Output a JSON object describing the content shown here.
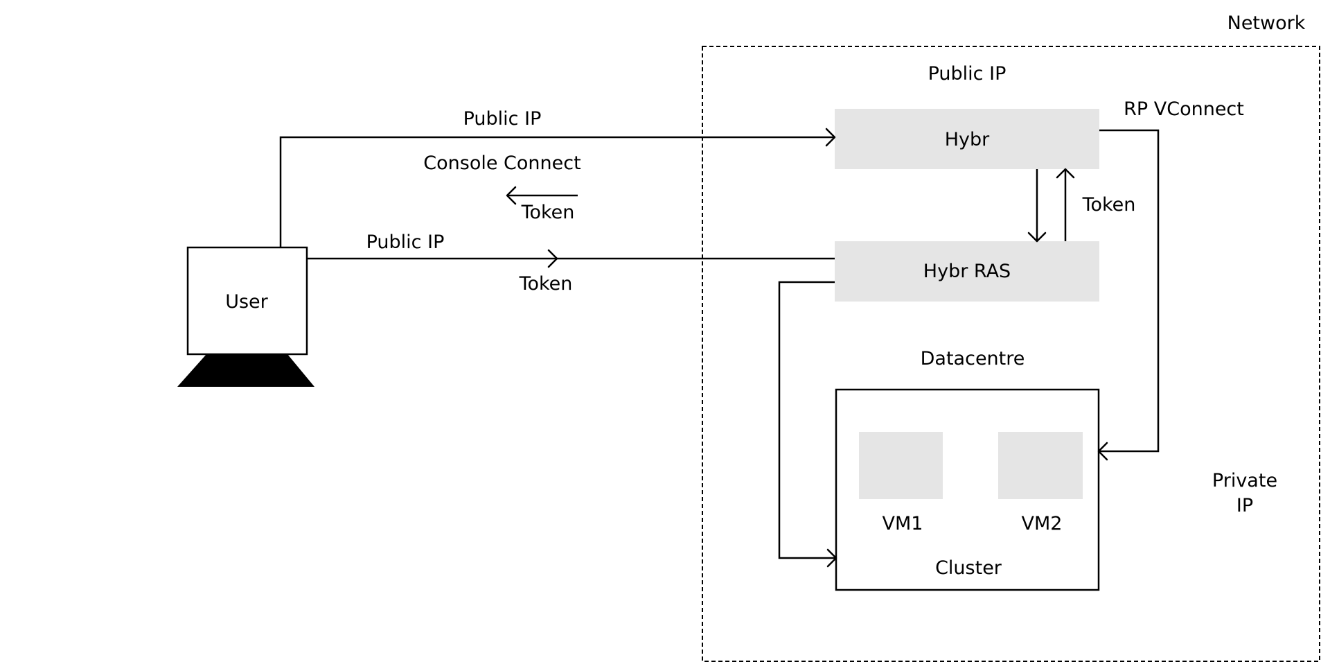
{
  "colors": {
    "node_fill": "#e5e5e5",
    "stroke": "#000000",
    "background": "#ffffff"
  },
  "labels": {
    "network": "Network",
    "public_ip_top": "Public IP",
    "rp_vconnect": "RP VConnect",
    "public_ip_upper_link": "Public IP",
    "console_connect": "Console Connect",
    "token_return": "Token",
    "public_ip_lower_link": "Public IP",
    "token_lower_link": "Token",
    "token_vertical": "Token",
    "datacentre": "Datacentre",
    "private_ip_line1": "Private",
    "private_ip_line2": "IP"
  },
  "nodes": {
    "user": "User",
    "hybr": "Hybr",
    "hybr_ras": "Hybr RAS",
    "vm1": "VM1",
    "vm2": "VM2",
    "cluster": "Cluster"
  },
  "icons": {
    "user_monitor": "computer-monitor-icon"
  }
}
